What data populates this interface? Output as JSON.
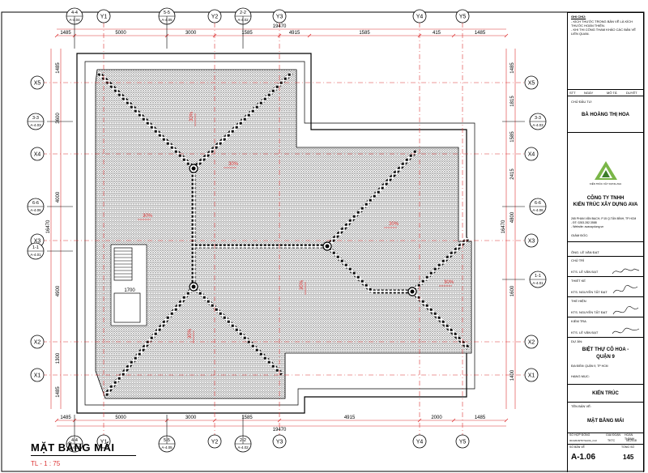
{
  "drawing": {
    "title": "MẶT BẰNG MÁI",
    "scale": "TL - 1 : 75",
    "grid_cols_top": [
      "Y1",
      "Y2",
      "Y3",
      "Y4",
      "Y5"
    ],
    "grid_rows": [
      "X5",
      "X4",
      "X3",
      "X2",
      "X1"
    ],
    "dims_top": [
      "1485",
      "5000",
      "3000",
      "1585",
      "4915",
      "1585",
      "415",
      "1485"
    ],
    "dims_bottom": [
      "1485",
      "5000",
      "3000",
      "1585",
      "4915",
      "2000",
      "1485"
    ],
    "dim_total": "19470",
    "dims_left": [
      "1485",
      "3600",
      "4000",
      "4900",
      "1300",
      "1485"
    ],
    "dims_right": [
      "1485",
      "1815",
      "1585",
      "2415",
      "4800",
      "1600",
      "1400"
    ],
    "dim_vertical_total": "16470",
    "slopes": [
      "30%",
      "30%",
      "30%",
      "30%",
      "30%",
      "30%",
      "30%"
    ],
    "stair_label": "1700",
    "section_marks": [
      {
        "id": "4-4",
        "ref": "A-4.04"
      },
      {
        "id": "5-5",
        "ref": "A-4.05"
      },
      {
        "id": "2-2",
        "ref": "A-4.02"
      },
      {
        "id": "3-3",
        "ref": "A-4.03"
      },
      {
        "id": "6-6",
        "ref": "A-4.06"
      },
      {
        "id": "1-1",
        "ref": "A-4.01"
      }
    ]
  },
  "title_block": {
    "notes_head": "GHI CHÚ:",
    "notes": [
      "- KÍCH THƯỚC TRONG BẢN VẼ LÀ KÍCH THƯỚC HOÀN THIỆN.",
      "- KHI THI CÔNG THAM KHẢO CÁC BẢN VẼ LIÊN QUAN."
    ],
    "rev_cols": [
      "STT",
      "NGÀY",
      "MÔ TẢ",
      "DUYỆT"
    ],
    "owner_label": "CHỦ ĐẦU TƯ:",
    "owner": "BÀ HOÀNG THỊ HOA",
    "logo_caption": "KIẾN TRÚC XÂY DỰNG AVA",
    "company_1": "CÔNG TY TNHH",
    "company_2": "KIẾN TRÚC XÂY DỰNG AVA",
    "address": "265 PHAN VĂN BẠCH, P.15 Q.TÂN BÌNH, TP HCM",
    "phone": "- ĐT: 0283.282.3588",
    "website": "- Website: avaxaydung.vn",
    "director_label": "GIÁM ĐỐC:",
    "director": "ÔNG. LÊ VĂN ĐẠT",
    "roles": [
      {
        "role": "CHỦ TRÌ",
        "name": "KTS. LÊ VĂN ĐẠT"
      },
      {
        "role": "THIẾT KẾ",
        "name": "KTS. NGUYỄN TẤT ĐẠT"
      },
      {
        "role": "THỂ HIỆN",
        "name": "KTS. NGUYỄN TẤT ĐẠT"
      },
      {
        "role": "KIỂM TRA",
        "name": "KTS. LÊ VĂN ĐẠT"
      }
    ],
    "project_label": "DỰ ÁN:",
    "project_1": "BIỆT THỰ CÔ HOA -",
    "project_2": "QUẬN 9",
    "location": "ĐỊA ĐIỂM: QUẬN 9, TP HCM",
    "category_label": "HẠNG MỤC:",
    "category": "KIẾN TRÚC",
    "sheet_name_label": "TÊN BẢN VẼ:",
    "sheet_name": "MẶT BẰNG MÁI",
    "contract_label": "SỐ HỢP ĐỒNG",
    "phase_label": "GIAI ĐOẠN",
    "done_label": "HOÀN THÀNH",
    "contract": "001/2018/TKTHAVA_CHI",
    "phase": "TKTC",
    "done": "08-2018",
    "sheet_no_label": "SỐ BẢN VẼ",
    "total_label": "TỔNG SỐ",
    "sheet_no": "A-1.06",
    "total": "145"
  }
}
